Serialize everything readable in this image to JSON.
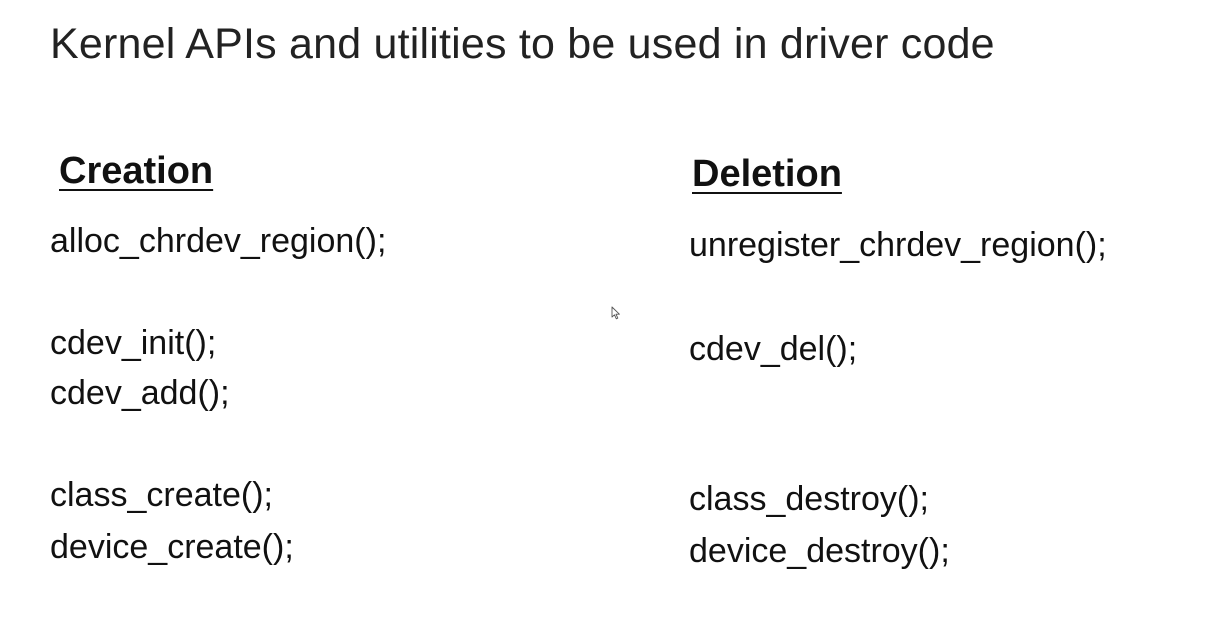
{
  "slide": {
    "title": "Kernel APIs and utilities to be used in driver code",
    "creation": {
      "heading": "Creation",
      "items": [
        "alloc_chrdev_region();",
        "cdev_init();",
        "cdev_add();",
        "class_create();",
        "device_create();"
      ]
    },
    "deletion": {
      "heading": "Deletion",
      "items": [
        "unregister_chrdev_region();",
        "cdev_del();",
        "class_destroy();",
        "device_destroy();"
      ]
    }
  },
  "icons": {
    "cursor": "mouse-pointer-icon"
  }
}
